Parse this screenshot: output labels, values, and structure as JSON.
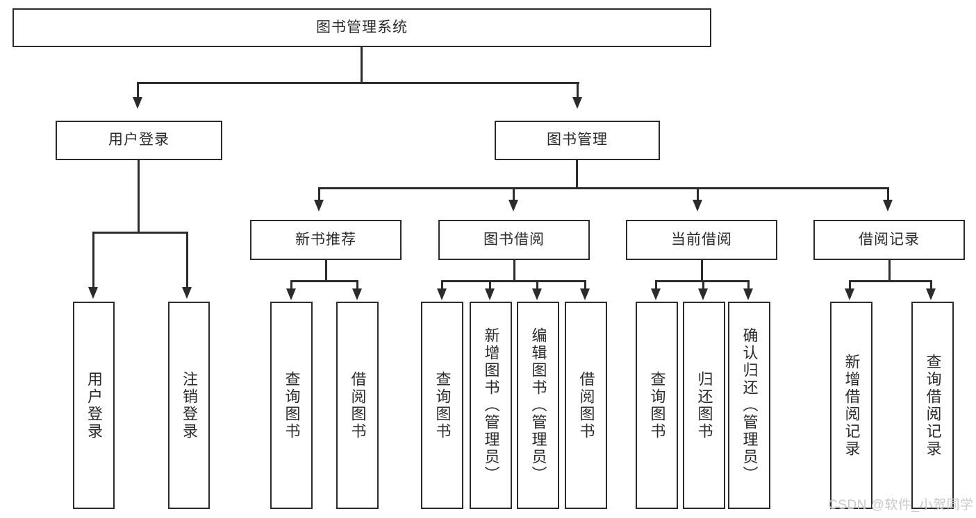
{
  "diagram": {
    "title": "图书管理系统",
    "type": "tree-hierarchy",
    "root": {
      "id": "root",
      "label": "图书管理系统"
    },
    "level1": [
      {
        "id": "user-login",
        "label": "用户登录"
      },
      {
        "id": "book-manage",
        "label": "图书管理"
      }
    ],
    "level2": [
      {
        "id": "new-book-recommend",
        "label": "新书推荐",
        "parent": "book-manage"
      },
      {
        "id": "book-borrow",
        "label": "图书借阅",
        "parent": "book-manage"
      },
      {
        "id": "current-borrow",
        "label": "当前借阅",
        "parent": "book-manage"
      },
      {
        "id": "borrow-record",
        "label": "借阅记录",
        "parent": "book-manage"
      }
    ],
    "leaves": {
      "user_login": [
        {
          "id": "leaf-user-login",
          "label": "用户登录"
        },
        {
          "id": "leaf-user-logout",
          "label": "注销登录"
        }
      ],
      "new_book_recommend": [
        {
          "id": "leaf-query-book-1",
          "label": "查询图书"
        },
        {
          "id": "leaf-borrow-book-1",
          "label": "借阅图书"
        }
      ],
      "book_borrow": [
        {
          "id": "leaf-query-book-2",
          "label": "查询图书"
        },
        {
          "id": "leaf-add-book",
          "label": "新增图书（管理员）"
        },
        {
          "id": "leaf-edit-book",
          "label": "编辑图书（管理员）"
        },
        {
          "id": "leaf-borrow-book-2",
          "label": "借阅图书"
        }
      ],
      "current_borrow": [
        {
          "id": "leaf-query-book-3",
          "label": "查询图书"
        },
        {
          "id": "leaf-return-book",
          "label": "归还图书"
        },
        {
          "id": "leaf-confirm-return",
          "label": "确认归还（管理员）"
        }
      ],
      "borrow_record": [
        {
          "id": "leaf-add-record",
          "label": "新增借阅记录"
        },
        {
          "id": "leaf-query-record",
          "label": "查询借阅记录"
        }
      ]
    }
  },
  "watermark": {
    "text": "CSDN @软件_小贺同学"
  },
  "colors": {
    "stroke": "#2b2b2b",
    "background": "#ffffff",
    "text": "#2b2b2b",
    "watermark": "#c9c9c9"
  }
}
